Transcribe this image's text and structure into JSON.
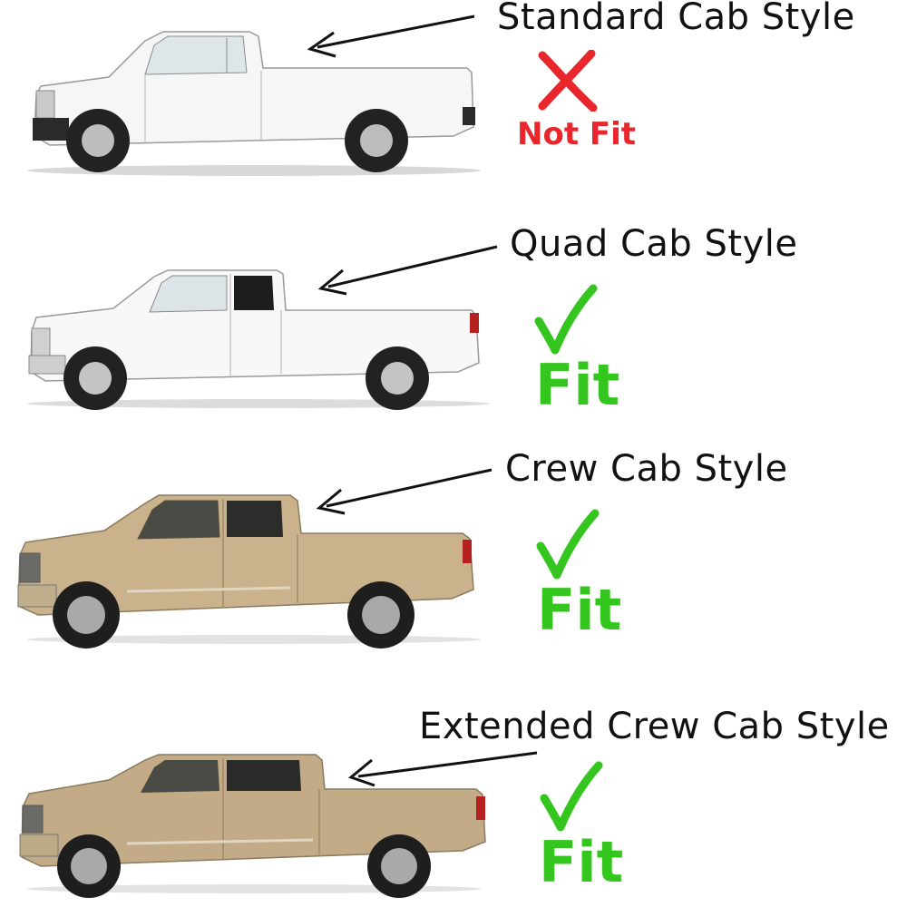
{
  "colors": {
    "fit": "#35c51f",
    "not_fit": "#e8262b",
    "white_truck": "#f7f7f7",
    "tan_truck": "#c7b08a"
  },
  "rows": [
    {
      "label": "Standard Cab Style",
      "status": "Not Fit",
      "mark_icon": "x-mark-icon",
      "truck": "white-standard-cab"
    },
    {
      "label": "Quad Cab Style",
      "status": "Fit",
      "mark_icon": "check-mark-icon",
      "truck": "white-quad-cab"
    },
    {
      "label": "Crew Cab Style",
      "status": "Fit",
      "mark_icon": "check-mark-icon",
      "truck": "tan-crew-cab"
    },
    {
      "label": "Extended Crew Cab Style",
      "status": "Fit",
      "mark_icon": "check-mark-icon",
      "truck": "tan-mega-cab"
    }
  ]
}
